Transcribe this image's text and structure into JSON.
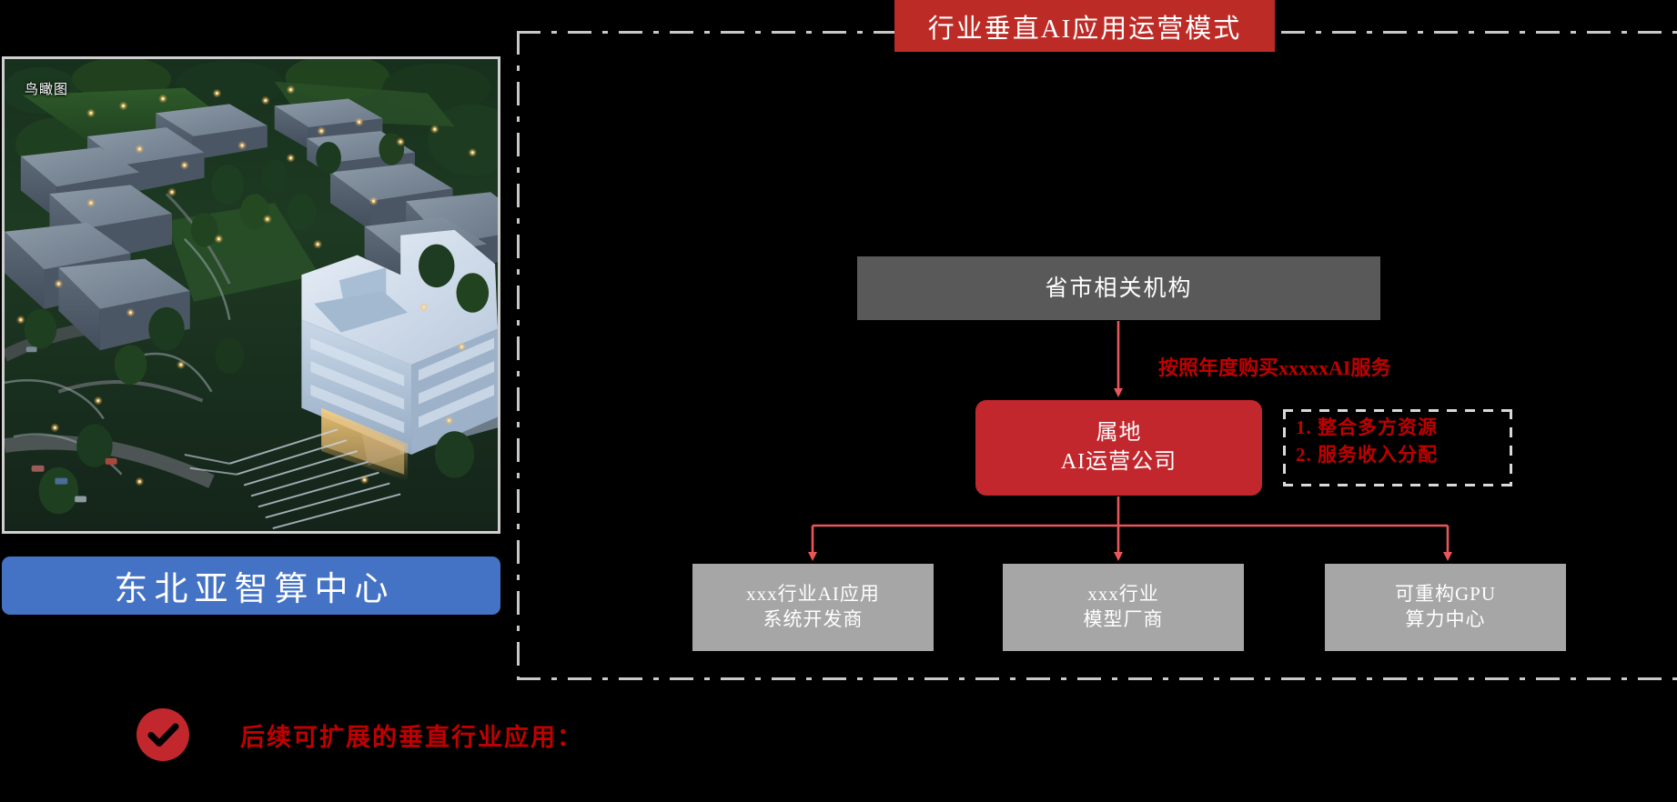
{
  "theme": {
    "background": "#000000",
    "accent_red": "#c1272d",
    "banner_red": "#bd2b26",
    "text_red": "#c00000",
    "accent_blue": "#4472c4",
    "gray_dark": "#595959",
    "gray_light": "#a6a6a6",
    "dash_gray": "#c8c8c8",
    "white": "#ffffff"
  },
  "photo": {
    "caption": "鸟瞰图",
    "alt_name": "aerial-render-of-data-center-campus"
  },
  "blue_bar": {
    "label": "东北亚智算中心"
  },
  "bottom_note": {
    "icon": "check-circle-icon",
    "text": "后续可扩展的垂直行业应用："
  },
  "diagram": {
    "banner_title": "行业垂直AI应用运营模式",
    "gov_node": {
      "label": "省市相关机构"
    },
    "arrow_label": "按照年度购买xxxxxAI服务",
    "operator_node": {
      "line1": "属地",
      "line2": "AI运营公司"
    },
    "notes": [
      "1. 整合多方资源",
      "2. 服务收入分配"
    ],
    "children": [
      {
        "line1": "xxx行业AI应用",
        "line2": "系统开发商"
      },
      {
        "line1": "xxx行业",
        "line2": "模型厂商"
      },
      {
        "line1": "可重构GPU",
        "line2": "算力中心"
      }
    ]
  }
}
